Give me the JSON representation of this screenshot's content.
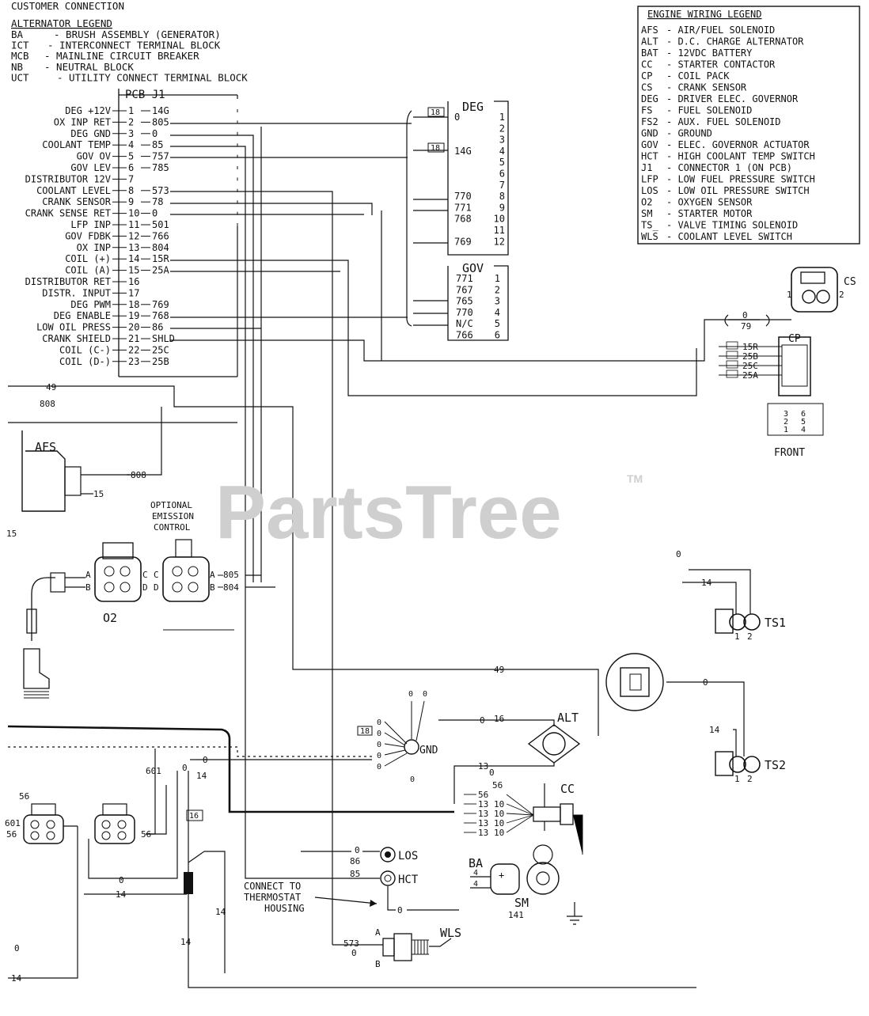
{
  "customer_legend": {
    "title": "CUSTOMER CONNECTION",
    "subtitle": "ALTERNATOR LEGEND",
    "items": [
      {
        "code": "BA",
        "desc": "BRUSH ASSEMBLY (GENERATOR)"
      },
      {
        "code": "ICT",
        "desc": "INTERCONNECT TERMINAL BLOCK"
      },
      {
        "code": "MCB",
        "desc": "MAINLINE CIRCUIT BREAKER"
      },
      {
        "code": "NB",
        "desc": "NEUTRAL BLOCK"
      },
      {
        "code": "UCT",
        "desc": "UTILITY CONNECT TERMINAL BLOCK"
      }
    ]
  },
  "engine_legend": {
    "title": "ENGINE WIRING LEGEND",
    "items": [
      {
        "code": "AFS",
        "desc": "AIR/FUEL SOLENOID"
      },
      {
        "code": "ALT",
        "desc": "D.C. CHARGE ALTERNATOR"
      },
      {
        "code": "BAT",
        "desc": "12VDC BATTERY"
      },
      {
        "code": "CC",
        "desc": "STARTER CONTACTOR"
      },
      {
        "code": "CP",
        "desc": "COIL PACK"
      },
      {
        "code": "CS",
        "desc": "CRANK SENSOR"
      },
      {
        "code": "DEG",
        "desc": "DRIVER ELEC. GOVERNOR"
      },
      {
        "code": "FS",
        "desc": "FUEL SOLENOID"
      },
      {
        "code": "FS2",
        "desc": "AUX. FUEL SOLENOID"
      },
      {
        "code": "GND",
        "desc": "GROUND"
      },
      {
        "code": "GOV",
        "desc": "ELEC. GOVERNOR ACTUATOR"
      },
      {
        "code": "HCT",
        "desc": "HIGH COOLANT TEMP SWITCH"
      },
      {
        "code": "J1",
        "desc": "CONNECTOR 1 (ON PCB)"
      },
      {
        "code": "LFP",
        "desc": "LOW FUEL PRESSURE SWITCH"
      },
      {
        "code": "LOS",
        "desc": "LOW OIL PRESSURE SWITCH"
      },
      {
        "code": "O2",
        "desc": "OXYGEN SENSOR"
      },
      {
        "code": "SM",
        "desc": "STARTER MOTOR"
      },
      {
        "code": "TS_",
        "desc": "VALVE TIMING SOLENOID"
      },
      {
        "code": "WLS",
        "desc": "COOLANT LEVEL SWITCH"
      }
    ]
  },
  "pcb": {
    "title": "PCB J1",
    "pins": [
      {
        "label": "DEG +12V",
        "num": "1",
        "wire": "14G"
      },
      {
        "label": "OX INP RET",
        "num": "2",
        "wire": "805"
      },
      {
        "label": "DEG GND",
        "num": "3",
        "wire": "0"
      },
      {
        "label": "COOLANT TEMP",
        "num": "4",
        "wire": "85"
      },
      {
        "label": "GOV OV",
        "num": "5",
        "wire": "757"
      },
      {
        "label": "GOV LEV",
        "num": "6",
        "wire": "785"
      },
      {
        "label": "DISTRIBUTOR 12V",
        "num": "7",
        "wire": ""
      },
      {
        "label": "COOLANT LEVEL",
        "num": "8",
        "wire": "573"
      },
      {
        "label": "CRANK SENSOR",
        "num": "9",
        "wire": "78"
      },
      {
        "label": "CRANK SENSE RET",
        "num": "10",
        "wire": "0"
      },
      {
        "label": "LFP INP",
        "num": "11",
        "wire": "501"
      },
      {
        "label": "GOV FDBK",
        "num": "12",
        "wire": "766"
      },
      {
        "label": "OX INP",
        "num": "13",
        "wire": "804"
      },
      {
        "label": "COIL (+)",
        "num": "14",
        "wire": "15R"
      },
      {
        "label": "COIL (A)",
        "num": "15",
        "wire": "25A"
      },
      {
        "label": "DISTRIBUTOR RET",
        "num": "16",
        "wire": ""
      },
      {
        "label": "DISTR. INPUT",
        "num": "17",
        "wire": ""
      },
      {
        "label": "DEG PWM",
        "num": "18",
        "wire": "769"
      },
      {
        "label": "DEG ENABLE",
        "num": "19",
        "wire": "768"
      },
      {
        "label": "LOW OIL PRESS",
        "num": "20",
        "wire": "86"
      },
      {
        "label": "CRANK SHIELD",
        "num": "21",
        "wire": "SHLD"
      },
      {
        "label": "COIL (C-)",
        "num": "22",
        "wire": "25C"
      },
      {
        "label": "COIL (D-)",
        "num": "23",
        "wire": "25B"
      }
    ]
  },
  "deg": {
    "title": "DEG",
    "pins": [
      {
        "num": "1",
        "wire": "0"
      },
      {
        "num": "2",
        "wire": ""
      },
      {
        "num": "3",
        "wire": ""
      },
      {
        "num": "4",
        "wire": "14G"
      },
      {
        "num": "5",
        "wire": ""
      },
      {
        "num": "6",
        "wire": ""
      },
      {
        "num": "7",
        "wire": ""
      },
      {
        "num": "8",
        "wire": "770"
      },
      {
        "num": "9",
        "wire": "771"
      },
      {
        "num": "10",
        "wire": "768"
      },
      {
        "num": "11",
        "wire": ""
      },
      {
        "num": "12",
        "wire": "769"
      }
    ]
  },
  "gov": {
    "title": "GOV",
    "pins": [
      {
        "num": "1",
        "wire": "771"
      },
      {
        "num": "2",
        "wire": "767"
      },
      {
        "num": "3",
        "wire": "765"
      },
      {
        "num": "4",
        "wire": "770"
      },
      {
        "num": "5",
        "wire": "N/C"
      },
      {
        "num": "6",
        "wire": "766"
      }
    ]
  },
  "tags": {
    "t16": "16",
    "t18": "18"
  },
  "coil_pack": {
    "title": "CP",
    "front": "FRONT",
    "wires": [
      "15R",
      "25B",
      "25C",
      "25A"
    ],
    "pins_front": [
      "6",
      "5",
      "4",
      "3",
      "2",
      "1"
    ]
  },
  "cs": {
    "title": "CS",
    "p1": "1",
    "p2": "2",
    "wire0": "0",
    "wire79": "79"
  },
  "afs": {
    "title": "AFS",
    "w49": "49",
    "w808": "808",
    "w15": "15"
  },
  "emission": {
    "title": "OPTIONAL EMISSION CONTROL",
    "a": "A",
    "b": "B",
    "c": "C",
    "d": "D",
    "w805": "805",
    "w804": "804",
    "o2": "O2",
    "w15": "15"
  },
  "ts1": {
    "title": "TS1",
    "w14": "14",
    "w0": "0",
    "p1": "1",
    "p2": "2"
  },
  "ts2": {
    "title": "TS2",
    "w14": "14",
    "w0": "0",
    "p1": "1",
    "p2": "2"
  },
  "alt": {
    "title": "ALT",
    "w49": "49",
    "w0": "0",
    "w16": "16",
    "w13": "13"
  },
  "gnd": {
    "title": "GND",
    "w0": "0"
  },
  "cc": {
    "title": "CC",
    "wires": [
      "56",
      "13",
      "13",
      "13",
      "13"
    ],
    "w10": "10",
    "w56": "56"
  },
  "los": {
    "title": "LOS",
    "w0": "0",
    "w86": "86"
  },
  "hct": {
    "title": "HCT",
    "w85": "85",
    "w0": "0"
  },
  "ba": {
    "title": "BA",
    "plus": "+",
    "w4": "4"
  },
  "sm": {
    "title": "SM",
    "w141": "141"
  },
  "wls": {
    "title": "WLS",
    "w573": "573",
    "w0": "0",
    "a": "A",
    "b": "B"
  },
  "thermostat": {
    "line1": "CONNECT TO",
    "line2": "THERMOSTAT",
    "line3": "HOUSING"
  },
  "lower": {
    "w56": "56",
    "w601": "601",
    "w14": "14",
    "w0": "0",
    "w16": "16"
  },
  "watermark": {
    "text": "PartsTree",
    "tm": "TM"
  }
}
